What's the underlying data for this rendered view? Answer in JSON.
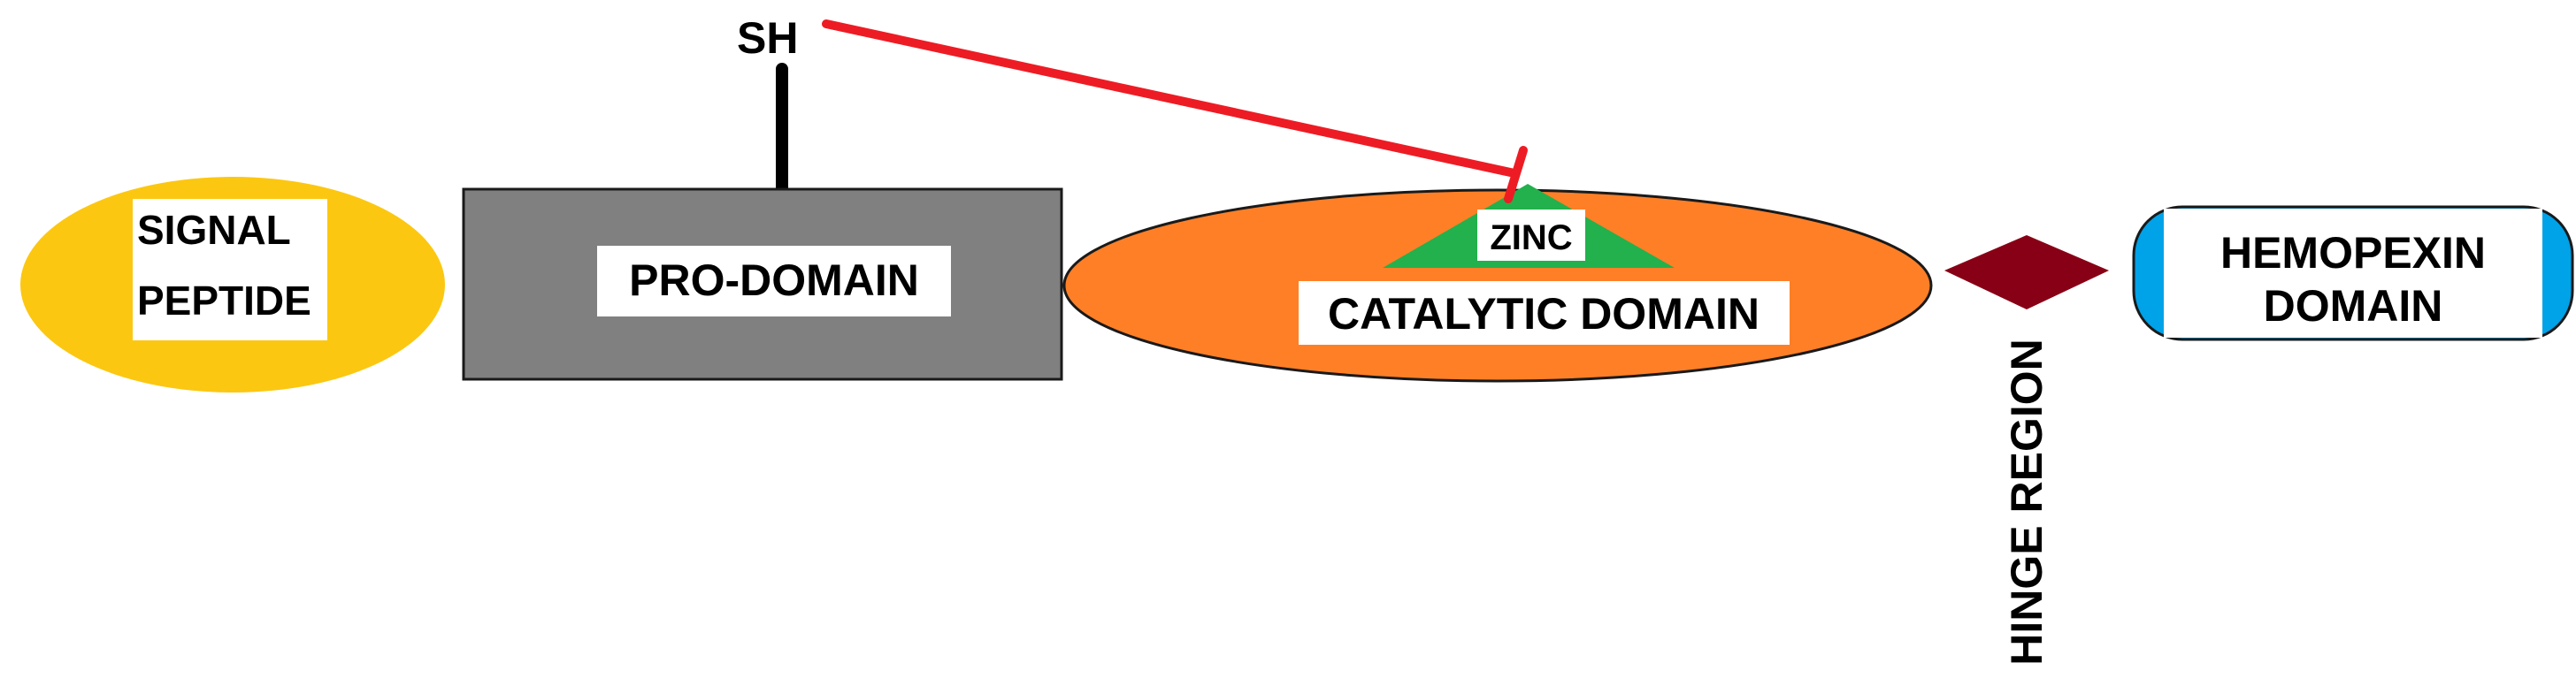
{
  "labels": {
    "sh": "SH",
    "signal_peptide": [
      "SIGNAL",
      "PEPTIDE"
    ],
    "pro_domain": "PRO-DOMAIN",
    "zinc": "ZINC",
    "catalytic_domain": "CATALYTIC DOMAIN",
    "hinge_region": "HINGE REGION",
    "hemopexin_domain": [
      "HEMOPEXIN",
      "DOMAIN"
    ]
  },
  "colors": {
    "signal_peptide": "#fcc711",
    "pro_domain": "#808080",
    "catalytic_domain": "#ff7f27",
    "zinc": "#22b14c",
    "hinge_region": "#880015",
    "hemopexin_domain": "#00a2e8",
    "inhibition_line": "#ed1c24",
    "bond_line": "#000000"
  }
}
